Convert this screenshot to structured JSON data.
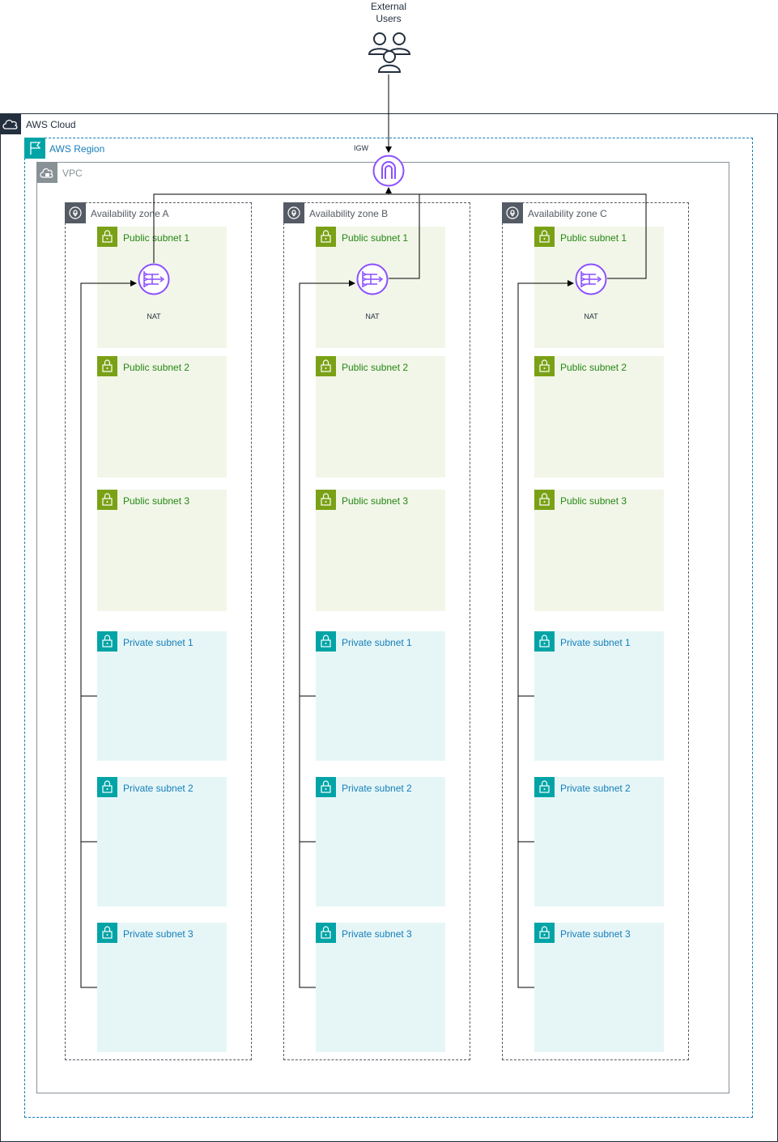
{
  "users": {
    "line1": "External",
    "line2": "Users"
  },
  "cloud": {
    "label": "AWS Cloud"
  },
  "region": {
    "label": "AWS Region"
  },
  "vpc": {
    "label": "VPC"
  },
  "igw": {
    "label": "IGW"
  },
  "nat": {
    "label": "NAT"
  },
  "zones": [
    {
      "label": "Availability zone A"
    },
    {
      "label": "Availability zone B"
    },
    {
      "label": "Availability zone C"
    }
  ],
  "subnets": {
    "public": [
      "Public subnet 1",
      "Public subnet 2",
      "Public subnet 3"
    ],
    "private": [
      "Private subnet 1",
      "Private subnet 2",
      "Private subnet 3"
    ]
  },
  "colors": {
    "cloud": "#232f3e",
    "region": "#147eba",
    "region_icon": "#00a4a6",
    "vpc": "#879196",
    "az": "#545b64",
    "public_fill": "#f2f6e8",
    "public_icon": "#7aa116",
    "public_text": "#248814",
    "private_fill": "#e6f6f7",
    "private_icon": "#00a4a6",
    "private_text": "#147eba",
    "network_icon": "#8c4fff"
  }
}
